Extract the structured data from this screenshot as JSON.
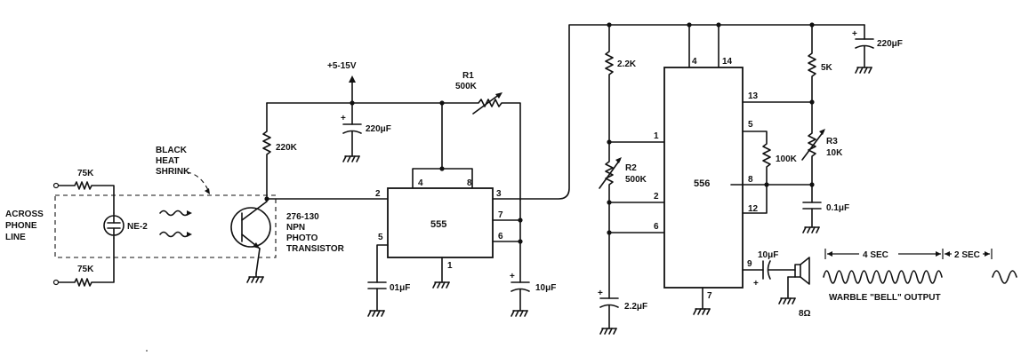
{
  "labels": {
    "across": "ACROSS",
    "phone": "PHONE",
    "line": "LINE",
    "r_in_top": "75K",
    "r_in_bot": "75K",
    "neon": "NE-2",
    "black": "BLACK",
    "heat": "HEAT",
    "shrink": "SHRINK",
    "r220k": "220K",
    "supply": "+5-15V",
    "c220_left": "220μF",
    "r1": "R1",
    "r1_val": "500K",
    "pt_part": "276-130",
    "pt_npn": "NPN",
    "pt_photo": "PHOTO",
    "pt_transistor": "TRANSISTOR",
    "ic555": "555",
    "p555_2": "2",
    "p555_4": "4",
    "p555_8": "8",
    "p555_3": "3",
    "p555_7": "7",
    "p555_6": "6",
    "p555_5": "5",
    "p555_1": "1",
    "c01_left": "01μF",
    "c10_555": "10μF",
    "r22k": "2.2K",
    "r2": "R2",
    "r2_val": "500K",
    "c22uf": "2.2μF",
    "ic556": "556",
    "p556_4": "4",
    "p556_14": "14",
    "p556_1": "1",
    "p556_2": "2",
    "p556_6": "6",
    "p556_13": "13",
    "p556_5": "5",
    "p556_8": "8",
    "p556_12": "12",
    "p556_9": "9",
    "p556_7": "7",
    "c220_right": "220μF",
    "r5k": "5K",
    "r3": "R3",
    "r3_val": "10K",
    "r100k": "100K",
    "c01_right": "0.1μF",
    "c10_out": "10μF",
    "speaker": "8Ω",
    "t4sec": "4 SEC",
    "t2sec": "2 SEC",
    "output": "WARBLE \"BELL\" OUTPUT"
  }
}
